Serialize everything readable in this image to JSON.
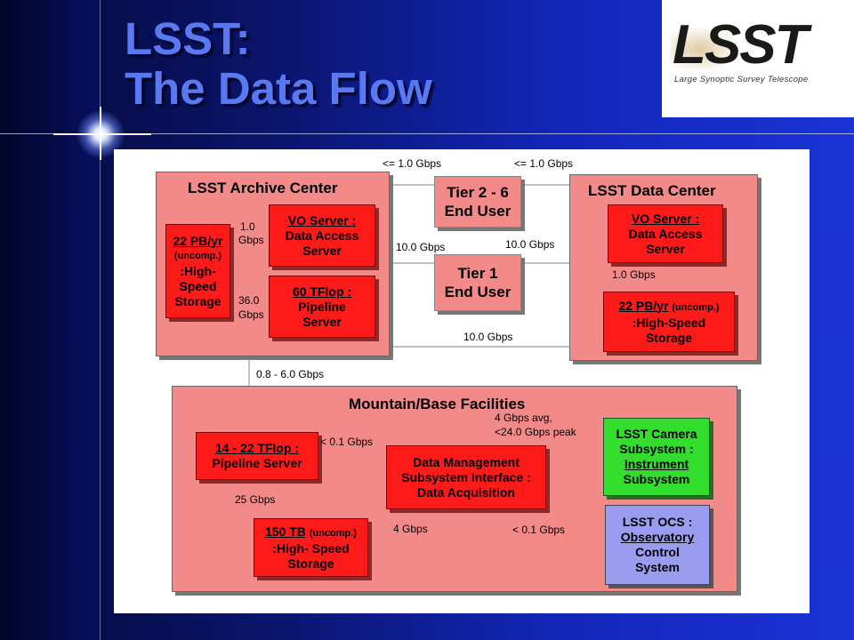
{
  "slide": {
    "title_line1": "LSST:",
    "title_line2": "The Data Flow"
  },
  "logo": {
    "word": "LSST",
    "subtitle": "Large Synoptic Survey Telescope"
  },
  "diagram": {
    "archive_center": {
      "title": "LSST Archive Center",
      "storage": {
        "line1": "22 PB/yr",
        "line2": "(uncomp.)",
        "line3": ":High-",
        "line4": "Speed",
        "line5": "Storage"
      },
      "vo_server": {
        "line1": "VO Server :",
        "line2": "Data Access",
        "line3": "Server"
      },
      "pipeline": {
        "line1": "60 TFlop :",
        "line2": "Pipeline",
        "line3": "Server"
      }
    },
    "tier2": {
      "line1": "Tier 2 - 6",
      "line2": "End User"
    },
    "tier1": {
      "line1": "Tier 1",
      "line2": "End User"
    },
    "data_center": {
      "title": "LSST Data Center",
      "vo_server": {
        "line1": "VO Server :",
        "line2": "Data Access",
        "line3": "Server"
      },
      "storage": {
        "line1a": "22 PB/yr",
        "line1b": "(uncomp.)",
        "line2": ":High-Speed",
        "line3": "Storage"
      }
    },
    "mountain": {
      "title": "Mountain/Base Facilities",
      "pipeline": {
        "line1": "14 - 22 TFlop :",
        "line2": "Pipeline Server"
      },
      "dm": {
        "line1": "Data Management",
        "line2": "Subsystem Interface :",
        "line3": "Data Acquisition"
      },
      "storage": {
        "line1a": "150 TB",
        "line1b": "(uncomp.)",
        "line2": ":High- Speed",
        "line3": "Storage"
      },
      "camera": {
        "line1": "LSST Camera",
        "line2": "Subsystem :",
        "line3": "Instrument",
        "line4": "Subsystem"
      },
      "ocs": {
        "line1": "LSST OCS :",
        "line2": "Observatory",
        "line3": "Control",
        "line4": "System"
      }
    },
    "labels": {
      "top_left": "<= 1.0 Gbps",
      "top_right": "<= 1.0 Gbps",
      "arch_vo_1": "1.0",
      "arch_vo_2": "Gbps",
      "arch_pipe_1": "36.0",
      "arch_pipe_2": "Gbps",
      "tier1_left": "10.0 Gbps",
      "tier1_right": "10.0 Gbps",
      "dc_internal": "1.0 Gbps",
      "bottom_link": "10.0 Gbps",
      "mountain_link": "0.8 -  6.0 Gbps",
      "camera_1": "4 Gbps avg,",
      "camera_2": "<24.0 Gbps peak",
      "pipe_dm": "< 0.1 Gbps",
      "pipe_storage": "25 Gbps",
      "storage_dm": "4 Gbps",
      "ocs_dm": "< 0.1 Gbps"
    }
  }
}
